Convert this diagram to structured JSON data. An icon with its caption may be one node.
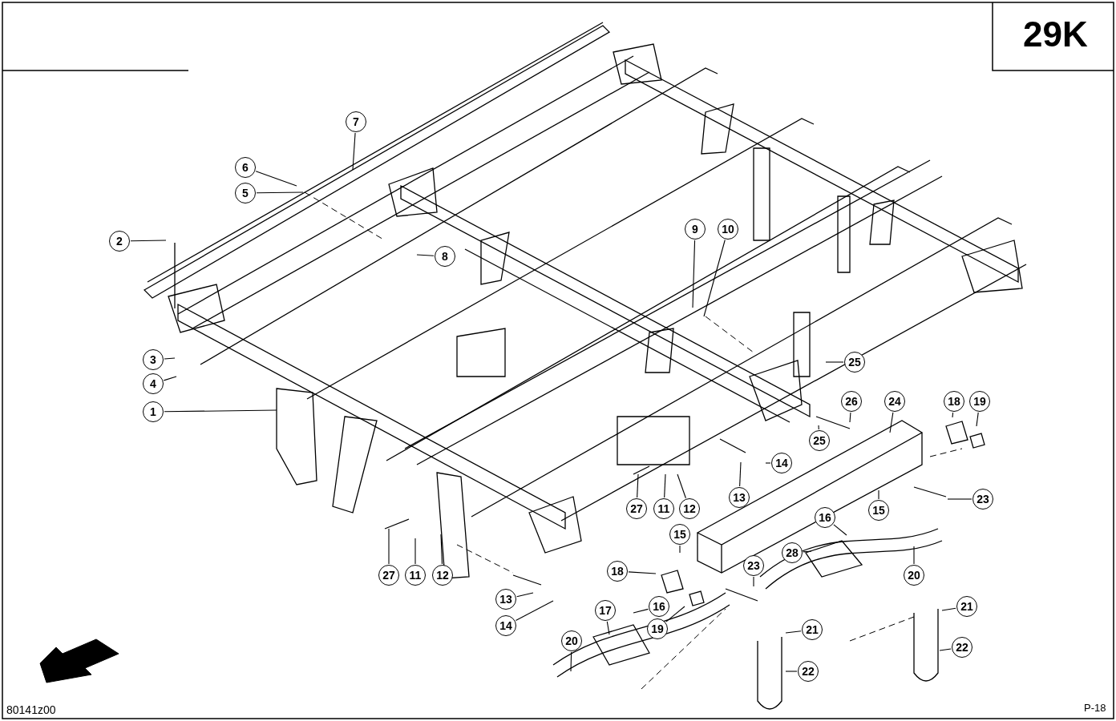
{
  "diagram": {
    "nodes": [
      {
        "text": [
          "7"
        ]
      },
      {
        "text": [
          "6"
        ]
      },
      {
        "text": [
          "5"
        ]
      },
      {
        "text": [
          "2"
        ]
      },
      {
        "text": [
          "8"
        ]
      },
      {
        "text": [
          "9"
        ]
      },
      {
        "text": [
          "10"
        ]
      },
      {
        "text": [
          "25"
        ]
      },
      {
        "text": [
          "3"
        ]
      },
      {
        "text": [
          "4"
        ]
      },
      {
        "text": [
          "1"
        ]
      },
      {
        "text": [
          "26"
        ]
      },
      {
        "text": [
          "24"
        ]
      },
      {
        "text": [
          "18"
        ]
      },
      {
        "text": [
          "19"
        ]
      },
      {
        "text": [
          "25"
        ]
      },
      {
        "text": [
          "14"
        ]
      },
      {
        "text": [
          "13"
        ]
      },
      {
        "text": [
          "27"
        ]
      },
      {
        "text": [
          "11"
        ]
      },
      {
        "text": [
          "12"
        ]
      },
      {
        "text": [
          "23"
        ]
      },
      {
        "text": [
          "15"
        ]
      },
      {
        "text": [
          "16"
        ]
      },
      {
        "text": [
          "28"
        ]
      },
      {
        "text": [
          "15"
        ]
      },
      {
        "text": [
          "20"
        ]
      },
      {
        "text": [
          "27"
        ]
      },
      {
        "text": [
          "11"
        ]
      },
      {
        "text": [
          "12"
        ]
      },
      {
        "text": [
          "18"
        ]
      },
      {
        "text": [
          "23"
        ]
      },
      {
        "text": [
          "13"
        ]
      },
      {
        "text": [
          "17"
        ]
      },
      {
        "text": [
          "16"
        ]
      },
      {
        "text": [
          "19"
        ]
      },
      {
        "text": [
          "21"
        ]
      },
      {
        "text": [
          "14"
        ]
      },
      {
        "text": [
          "21"
        ]
      },
      {
        "text": [
          "20"
        ]
      },
      {
        "text": [
          "22"
        ]
      },
      {
        "text": [
          "22"
        ]
      }
    ],
    "edges": [
      {
        "from": 0,
        "to": null,
        "arrow": "none"
      },
      {
        "from": 1,
        "to": null,
        "arrow": "none"
      },
      {
        "from": 2,
        "to": null,
        "arrow": "none"
      },
      {
        "from": 3,
        "to": null,
        "arrow": "none"
      },
      {
        "from": 4,
        "to": null,
        "arrow": "none"
      },
      {
        "from": 5,
        "to": null,
        "arrow": "none"
      },
      {
        "from": 6,
        "to": null,
        "arrow": "none"
      },
      {
        "from": 7,
        "to": null,
        "arrow": "none"
      },
      {
        "from": 8,
        "to": null,
        "arrow": "none"
      },
      {
        "from": 9,
        "to": null,
        "arrow": "none"
      },
      {
        "from": 10,
        "to": null,
        "arrow": "none"
      },
      {
        "from": 11,
        "to": null,
        "arrow": "none"
      },
      {
        "from": 12,
        "to": null,
        "arrow": "none"
      },
      {
        "from": 13,
        "to": null,
        "arrow": "none"
      },
      {
        "from": 14,
        "to": null,
        "arrow": "none"
      },
      {
        "from": 15,
        "to": null,
        "arrow": "none"
      },
      {
        "from": 16,
        "to": null,
        "arrow": "none"
      },
      {
        "from": 17,
        "to": null,
        "arrow": "none"
      },
      {
        "from": 18,
        "to": null,
        "arrow": "none"
      },
      {
        "from": 19,
        "to": null,
        "arrow": "none"
      },
      {
        "from": 20,
        "to": null,
        "arrow": "none"
      },
      {
        "from": 21,
        "to": null,
        "arrow": "none"
      },
      {
        "from": 22,
        "to": null,
        "arrow": "none"
      },
      {
        "from": 23,
        "to": null,
        "arrow": "none"
      },
      {
        "from": 24,
        "to": null,
        "arrow": "none"
      },
      {
        "from": 25,
        "to": null,
        "arrow": "none"
      },
      {
        "from": 26,
        "to": null,
        "arrow": "none"
      },
      {
        "from": 27,
        "to": null,
        "arrow": "none"
      },
      {
        "from": 28,
        "to": null,
        "arrow": "none"
      },
      {
        "from": 29,
        "to": null,
        "arrow": "none"
      },
      {
        "from": 30,
        "to": null,
        "arrow": "none"
      },
      {
        "from": 31,
        "to": null,
        "arrow": "none"
      },
      {
        "from": 32,
        "to": null,
        "arrow": "none"
      },
      {
        "from": 33,
        "to": null,
        "arrow": "none"
      },
      {
        "from": 34,
        "to": null,
        "arrow": "none"
      },
      {
        "from": 35,
        "to": null,
        "arrow": "none"
      },
      {
        "from": 36,
        "to": null,
        "arrow": "none"
      },
      {
        "from": 37,
        "to": null,
        "arrow": "none"
      },
      {
        "from": 38,
        "to": null,
        "arrow": "none"
      },
      {
        "from": 39,
        "to": null,
        "arrow": "none"
      },
      {
        "from": 40,
        "to": null,
        "arrow": "none"
      },
      {
        "from": 41,
        "to": null,
        "arrow": "none"
      }
    ],
    "labels": [
      "29K",
      "80141z00",
      "P-18"
    ]
  }
}
